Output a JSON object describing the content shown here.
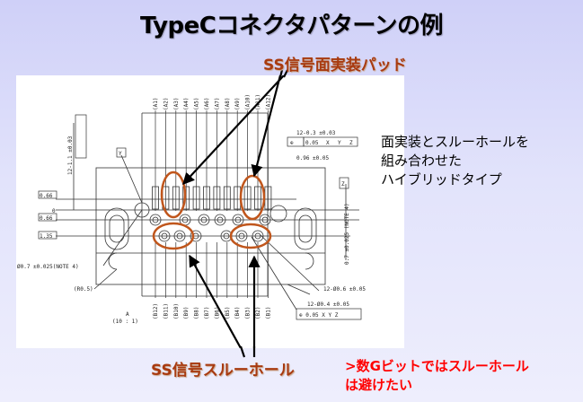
{
  "title": "TypeCコネクタパターンの例",
  "callouts": {
    "ss_pad": "SS信号面実装パッド",
    "ss_through": "SS信号スルーホール"
  },
  "note_lines": [
    "面実装とスルーホールを",
    "組み合わせた",
    "ハイブリッドタイプ"
  ],
  "warning_lines": [
    ">数Gビットではスルーホール",
    "は避けたい"
  ],
  "drawing": {
    "top_pins": [
      "(A1)",
      "(A2)",
      "(A3)",
      "(A4)",
      "(A5)",
      "(A6)",
      "(A7)",
      "(A8)",
      "(A9)",
      "(A10)",
      "(A11)",
      "(A12)"
    ],
    "bottom_pins": [
      "(B12)",
      "(B11)",
      "(B10)",
      "(B9)",
      "(B8)",
      "(B7)",
      "(B6)",
      "(B5)",
      "(B4)",
      "(B3)",
      "(B2)",
      "(B1)"
    ],
    "dim_pad": "12-0.3 ±0.03",
    "dim_pitch": "0.96 ±0.05",
    "dim_hole_large": "12-Ø0.6 ±0.05",
    "dim_hole_small": "12-Ø0.4 ±0.05",
    "dim_y_hole": "Ø0.7 ±0.025(NOTE 4)",
    "dim_radius": "(R0.5)",
    "dim_z": "0.7 ±0.025 (NOTE 4)",
    "dim_left_tol": "12-1.1 ±0.03",
    "row_dims": [
      "0.66",
      "0",
      "0.66",
      "1.35"
    ],
    "tolerance_frame": [
      "0.05",
      "X",
      "Y",
      "Z"
    ],
    "datum_y": "Y",
    "datum_z": "Z",
    "view_label": "A",
    "scale_label": "(10 : 1)"
  },
  "colors": {
    "highlight": "#c0561c",
    "callout": "#a83a10",
    "warning": "#ff0000"
  }
}
